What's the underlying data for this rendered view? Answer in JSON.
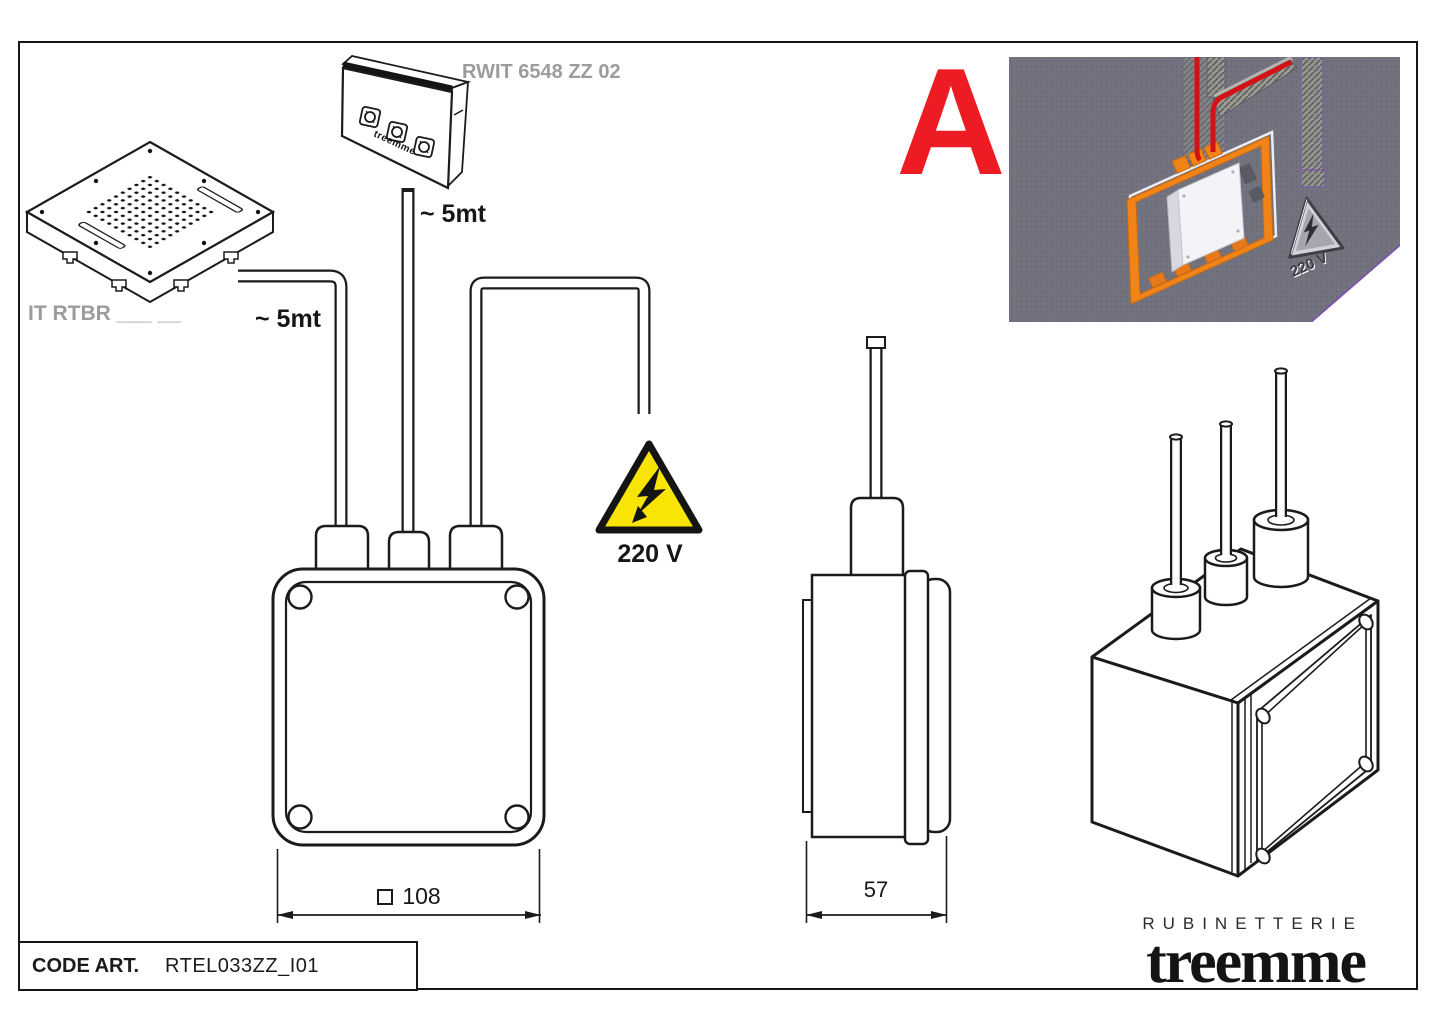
{
  "colors": {
    "line": "#1b1b1b",
    "label_gray": "#9c9c9c",
    "warning_yellow": "#f8e405",
    "section_red": "#ed1c24",
    "photo_wall_gray": "#73737f",
    "photo_orange": "#f08418",
    "photo_cable_red": "#d41216"
  },
  "labels": {
    "plate_code": "IT RTBR ___ __",
    "panel_code": "RWIT 6548 ZZ 02",
    "panel_brand": "treemme",
    "cable_left_length": "~ 5mt",
    "cable_middle_length": "~ 5mt",
    "warning_voltage": "220 V",
    "front_dim": "108",
    "side_dim": "57",
    "section_letter": "A",
    "photo_warning_voltage": "220 V"
  },
  "title_block": {
    "code_label": "CODE ART.",
    "code_value": "RTEL033ZZ_I01"
  },
  "logo": {
    "subtitle": "RUBINETTERIE",
    "brand": "treemme"
  }
}
